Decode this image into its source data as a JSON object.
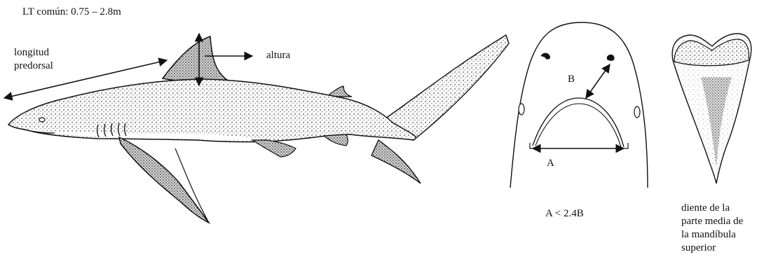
{
  "header": {
    "size_range": "LT común: 0.75 – 2.8m"
  },
  "shark": {
    "predorsal_label_line1": "longitud",
    "predorsal_label_line2": "predorsal",
    "height_label": "altura"
  },
  "head": {
    "label_a": "A",
    "label_b": "B",
    "ratio": "A < 2.4B"
  },
  "tooth": {
    "caption_line1": "diente de la",
    "caption_line2": "parte media de",
    "caption_line3": "la mandíbula",
    "caption_line4": "superior"
  },
  "colors": {
    "ink": "#111111",
    "stipple": "#6a6a6a",
    "background": "#ffffff"
  }
}
